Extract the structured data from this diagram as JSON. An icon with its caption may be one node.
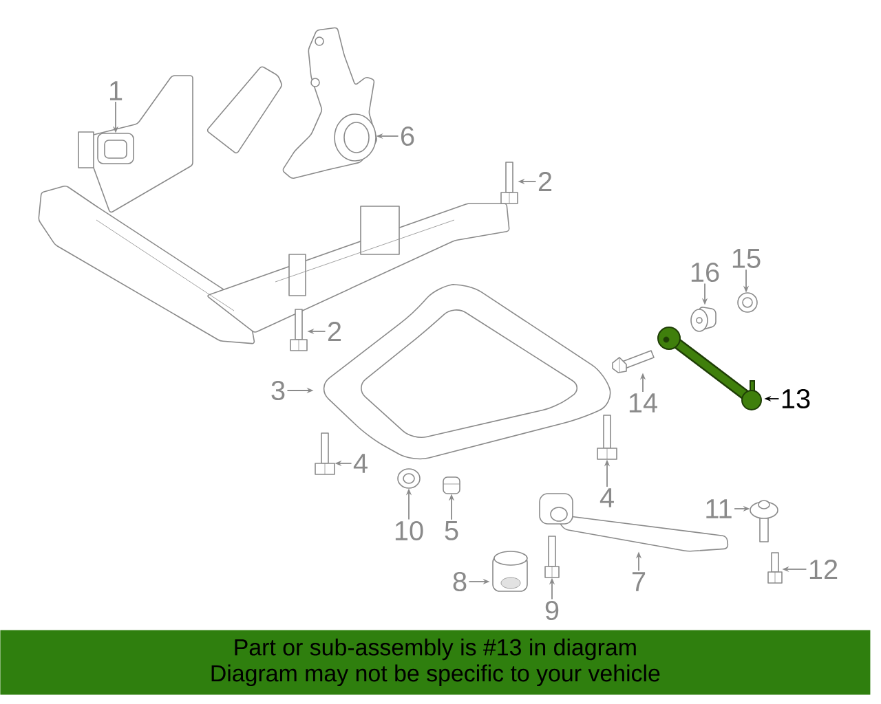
{
  "diagram": {
    "nodes": [
      {
        "text": [
          "1"
        ]
      },
      {
        "text": [],
        "shape": "picture"
      },
      {
        "text": [
          "6"
        ]
      },
      {
        "text": [],
        "shape": "picture"
      },
      {
        "text": [
          "2"
        ]
      },
      {
        "text": [],
        "shape": "picture"
      },
      {
        "text": [
          "2"
        ]
      },
      {
        "text": [],
        "shape": "picture"
      },
      {
        "text": [
          "16"
        ]
      },
      {
        "text": [],
        "shape": "picture"
      },
      {
        "text": [
          "15"
        ]
      },
      {
        "text": [],
        "shape": "picture"
      },
      {
        "text": [
          "3"
        ]
      },
      {
        "text": [],
        "shape": "picture"
      },
      {
        "text": [
          "14"
        ]
      },
      {
        "text": [],
        "shape": "picture"
      },
      {
        "text": [
          "13"
        ]
      },
      {
        "text": [],
        "shape": "picture"
      },
      {
        "text": [
          "4"
        ]
      },
      {
        "text": [],
        "shape": "picture"
      },
      {
        "text": [
          "4"
        ]
      },
      {
        "text": [],
        "shape": "picture"
      },
      {
        "text": [
          "10"
        ]
      },
      {
        "text": [],
        "shape": "picture"
      },
      {
        "text": [
          "5"
        ]
      },
      {
        "text": [],
        "shape": "picture"
      },
      {
        "text": [
          "11"
        ]
      },
      {
        "text": [],
        "shape": "picture"
      },
      {
        "text": [
          "7"
        ]
      },
      {
        "text": [],
        "shape": "picture"
      },
      {
        "text": [
          "12"
        ]
      },
      {
        "text": [],
        "shape": "picture"
      },
      {
        "text": [
          "8"
        ]
      },
      {
        "text": [],
        "shape": "picture"
      },
      {
        "text": [
          "9"
        ]
      },
      {
        "text": [],
        "shape": "picture"
      },
      {
        "text": [
          "Part or sub-assembly is #13 in diagram",
          "Diagram may not be specific to your vehicle"
        ]
      }
    ],
    "edges": [
      {
        "from": 0,
        "to": 1,
        "arrow": "to"
      },
      {
        "from": 2,
        "to": 3,
        "arrow": "to"
      },
      {
        "from": 4,
        "to": 5,
        "arrow": "to"
      },
      {
        "from": 6,
        "to": 7,
        "arrow": "to"
      },
      {
        "from": 8,
        "to": 9,
        "arrow": "to"
      },
      {
        "from": 10,
        "to": 11,
        "arrow": "to"
      },
      {
        "from": 12,
        "to": 13,
        "arrow": "to"
      },
      {
        "from": 14,
        "to": 15,
        "arrow": "to"
      },
      {
        "from": 16,
        "to": 17,
        "arrow": "to",
        "color": "#000000"
      },
      {
        "from": 18,
        "to": 19,
        "arrow": "to"
      },
      {
        "from": 20,
        "to": 21,
        "arrow": "to"
      },
      {
        "from": 22,
        "to": 23,
        "arrow": "to"
      },
      {
        "from": 24,
        "to": 25,
        "arrow": "to"
      },
      {
        "from": 26,
        "to": 27,
        "arrow": "to"
      },
      {
        "from": 28,
        "to": 29,
        "arrow": "to"
      },
      {
        "from": 30,
        "to": 31,
        "arrow": "to"
      },
      {
        "from": 32,
        "to": 33,
        "arrow": "to"
      },
      {
        "from": 34,
        "to": 35,
        "arrow": "to"
      }
    ]
  }
}
